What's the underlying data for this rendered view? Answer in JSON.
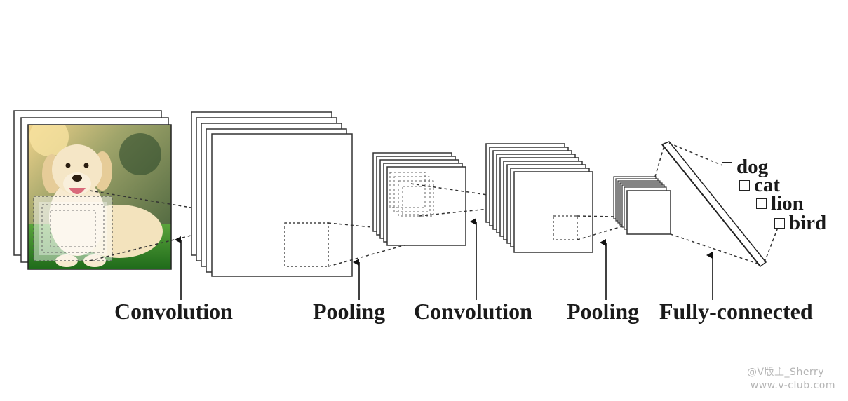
{
  "stages": [
    {
      "id": "conv1",
      "label": "Convolution"
    },
    {
      "id": "pool1",
      "label": "Pooling"
    },
    {
      "id": "conv2",
      "label": "Convolution"
    },
    {
      "id": "pool2",
      "label": "Pooling"
    },
    {
      "id": "fc",
      "label": "Fully-connected"
    }
  ],
  "classes": [
    "dog",
    "cat",
    "lion",
    "bird"
  ],
  "watermark": {
    "line1": "@V版主_Sherry",
    "line2": "www.v-club.com"
  }
}
